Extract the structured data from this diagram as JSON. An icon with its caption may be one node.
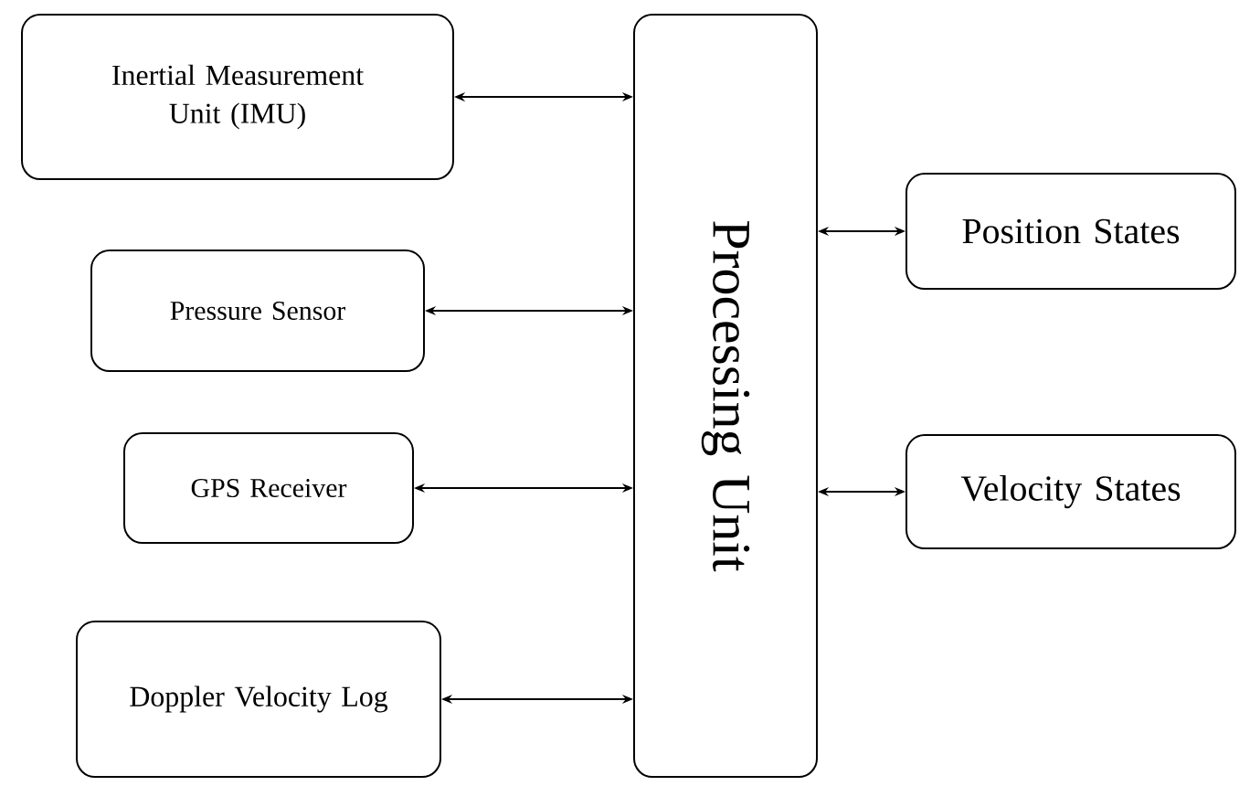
{
  "diagram": {
    "nodes": [
      {
        "text": [
          "Inertial Measurement Unit (IMU)"
        ]
      },
      {
        "text": [
          "Pressure Sensor"
        ]
      },
      {
        "text": [
          "GPS Receiver"
        ]
      },
      {
        "text": [
          "Doppler Velocity Log"
        ]
      },
      {
        "text": [
          "Processing Unit"
        ]
      },
      {
        "text": [
          "Position States"
        ]
      },
      {
        "text": [
          "Velocity States"
        ]
      }
    ],
    "edges": [
      {
        "from": 0,
        "to": 4,
        "arrow": "both"
      },
      {
        "from": 1,
        "to": 4,
        "arrow": "both"
      },
      {
        "from": 2,
        "to": 4,
        "arrow": "both"
      },
      {
        "from": 3,
        "to": 4,
        "arrow": "both"
      },
      {
        "from": 4,
        "to": 5,
        "arrow": "both"
      },
      {
        "from": 4,
        "to": 6,
        "arrow": "both"
      }
    ]
  }
}
